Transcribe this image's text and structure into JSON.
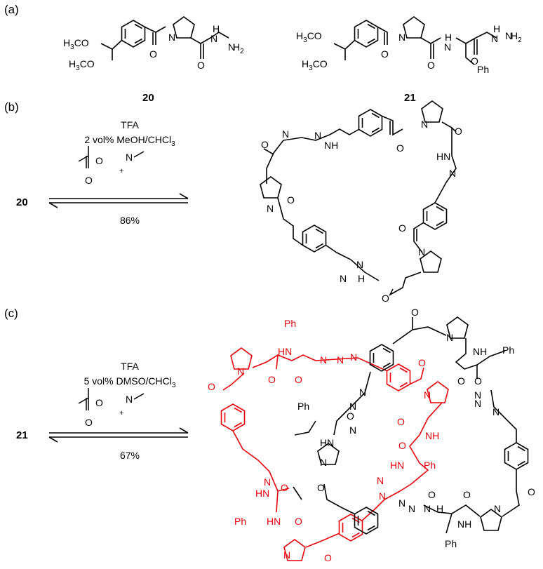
{
  "panels": {
    "a": "(a)",
    "b": "(b)",
    "c": "(c)"
  },
  "compounds": {
    "c20": "20",
    "c21": "21"
  },
  "reaction_b": {
    "reagent": "TFA",
    "solvent_prefix": "2 vol% MeOH/CHCl",
    "solvent_sub": "3",
    "yield": "86%",
    "substrate": "20"
  },
  "reaction_c": {
    "reagent": "TFA",
    "solvent_prefix": "5 vol% DMSO/CHCl",
    "solvent_sub": "3",
    "yield": "67%",
    "substrate": "21"
  },
  "atoms": {
    "h3co": "H3CO",
    "n": "N",
    "nh": "NH",
    "hn": "HN",
    "o": "O",
    "h": "H",
    "nh2": "NH2",
    "ph": "Ph",
    "plus": "+",
    "n_n": "N–N",
    "hn_n": "HN–N"
  },
  "colors": {
    "ink": "#000000",
    "highlight": "#e8000b"
  }
}
